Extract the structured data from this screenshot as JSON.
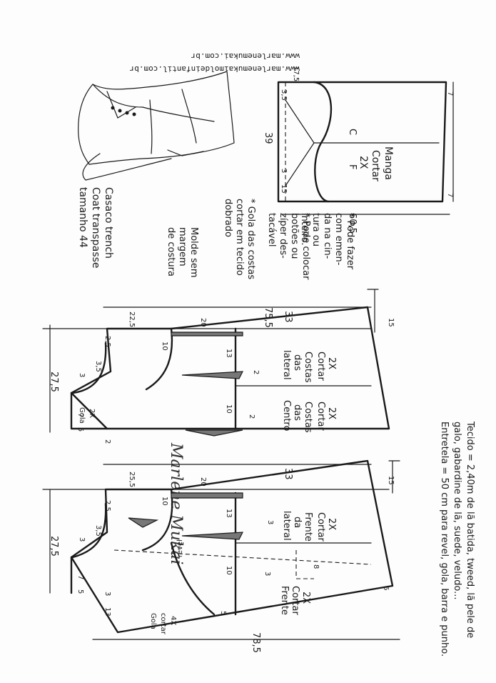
{
  "urls": [
    "www.marlenemukai.com.br",
    "www.marlenemukaimoldeinfantil.com.br"
  ],
  "title": [
    "Casaco trench",
    "Coat transpasse",
    "tamanho 44"
  ],
  "notes": {
    "mold_sem_margem": [
      "Molde sem",
      "margem",
      "de costura"
    ],
    "gola_costas": [
      "* Gola das costas",
      "cortar em tecido",
      "dobrado"
    ],
    "botoes": [
      "* Pode colocar",
      "botões ou",
      "zíper des-",
      "tacável"
    ],
    "fazer": [
      "* Pode fazer",
      "com emen-",
      "da na cin-",
      "tura ou",
      "inteiro."
    ]
  },
  "materials": [
    "Tecido = 2,40m de lã batida, tweed, lã pele de",
    "galo, gabardine de lã, suede, veludo...",
    "Entretela = 50 cm para revel, gola, barra e punho."
  ],
  "signature": "Marlene Mukai",
  "sleeve": {
    "labels": [
      "Manga",
      "Cortar",
      "2X"
    ],
    "letters": [
      "C",
      "F"
    ],
    "dims": [
      "17,5",
      "3,5",
      "39",
      "15",
      "3",
      "60,5",
      "7",
      "7"
    ]
  },
  "back": {
    "top_dims": [
      "75,5",
      "22,5",
      "20",
      "33",
      "15"
    ],
    "side_labels": [
      "lateral",
      "das",
      "Costas",
      "Cortar",
      "2X"
    ],
    "center_labels": [
      "Centro",
      "das",
      "Costas",
      "Cortar",
      "2X"
    ],
    "collar_labels": [
      "Gola",
      "2X"
    ],
    "dims": [
      "27,5",
      "7",
      "10",
      "3",
      "3,5",
      "2,5",
      "13",
      "10",
      "2",
      "2",
      "5",
      "2"
    ]
  },
  "front": {
    "top_dims": [
      "25,5",
      "20",
      "33",
      "15"
    ],
    "side_labels": [
      "lateral",
      "da",
      "Frente",
      "Cortar",
      "2X"
    ],
    "front_labels": [
      "Frente",
      "Cortar",
      "2X"
    ],
    "collar_labels": [
      "Gola",
      "cortar",
      "4X"
    ],
    "revel": "revel",
    "dims": [
      "27,5",
      "7",
      "3",
      "3",
      "3,5",
      "2,5",
      "10",
      "13",
      "10",
      "5",
      "13",
      "6",
      "5",
      "8",
      "78,5",
      "3",
      "3"
    ]
  }
}
